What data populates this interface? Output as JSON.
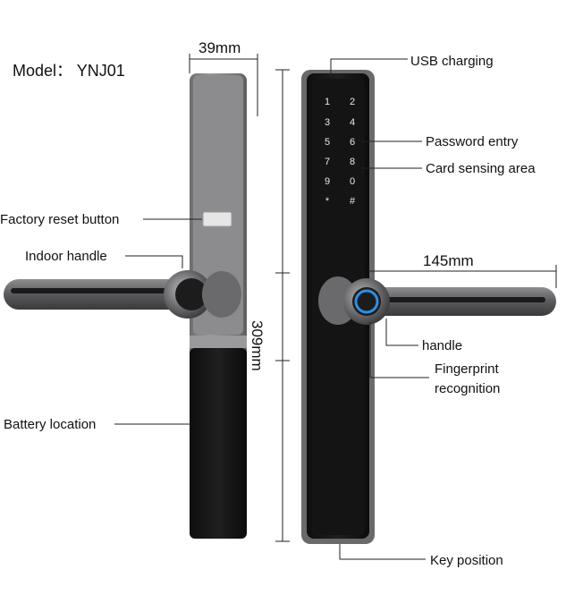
{
  "model_label": "Model： YNJ01",
  "dimensions": {
    "width": "39mm",
    "height": "309mm",
    "handle_length": "145mm"
  },
  "callouts": {
    "usb_charging": "USB charging",
    "password_entry": "Password entry",
    "card_sensing": "Card sensing area",
    "factory_reset": "Factory reset button",
    "indoor_handle": "Indoor handle",
    "handle": "handle",
    "fingerprint_line1": "Fingerprint",
    "fingerprint_line2": "recognition",
    "battery_location": "Battery location",
    "key_position": "Key position"
  },
  "keypad": [
    "1",
    "2",
    "3",
    "4",
    "5",
    "6",
    "7",
    "8",
    "9",
    "0",
    "*",
    "#"
  ],
  "colors": {
    "body_silver": "#8a8a8c",
    "panel_black": "#161616",
    "fingerprint_ring": "#2f8fe0"
  }
}
